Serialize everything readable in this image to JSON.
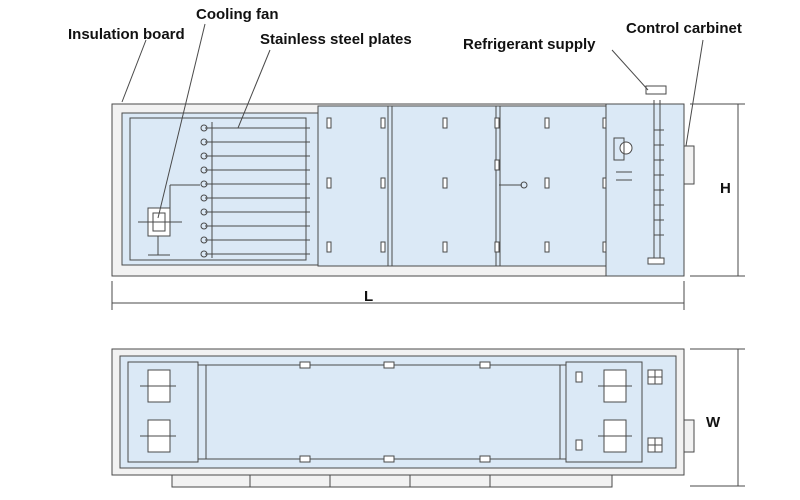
{
  "labels": {
    "insulation_board": "Insulation board",
    "cooling_fan": "Cooling fan",
    "stainless_steel_plates": "Stainless steel plates",
    "refrigerant_supply": "Refrigerant supply",
    "control_cabinet": "Control carbinet"
  },
  "dimensions": {
    "height": "H",
    "length": "L",
    "width": "W"
  },
  "colors": {
    "panel_fill": "#dbe9f6",
    "outline": "#4a4a4a",
    "casing": "#f2f2f2"
  }
}
